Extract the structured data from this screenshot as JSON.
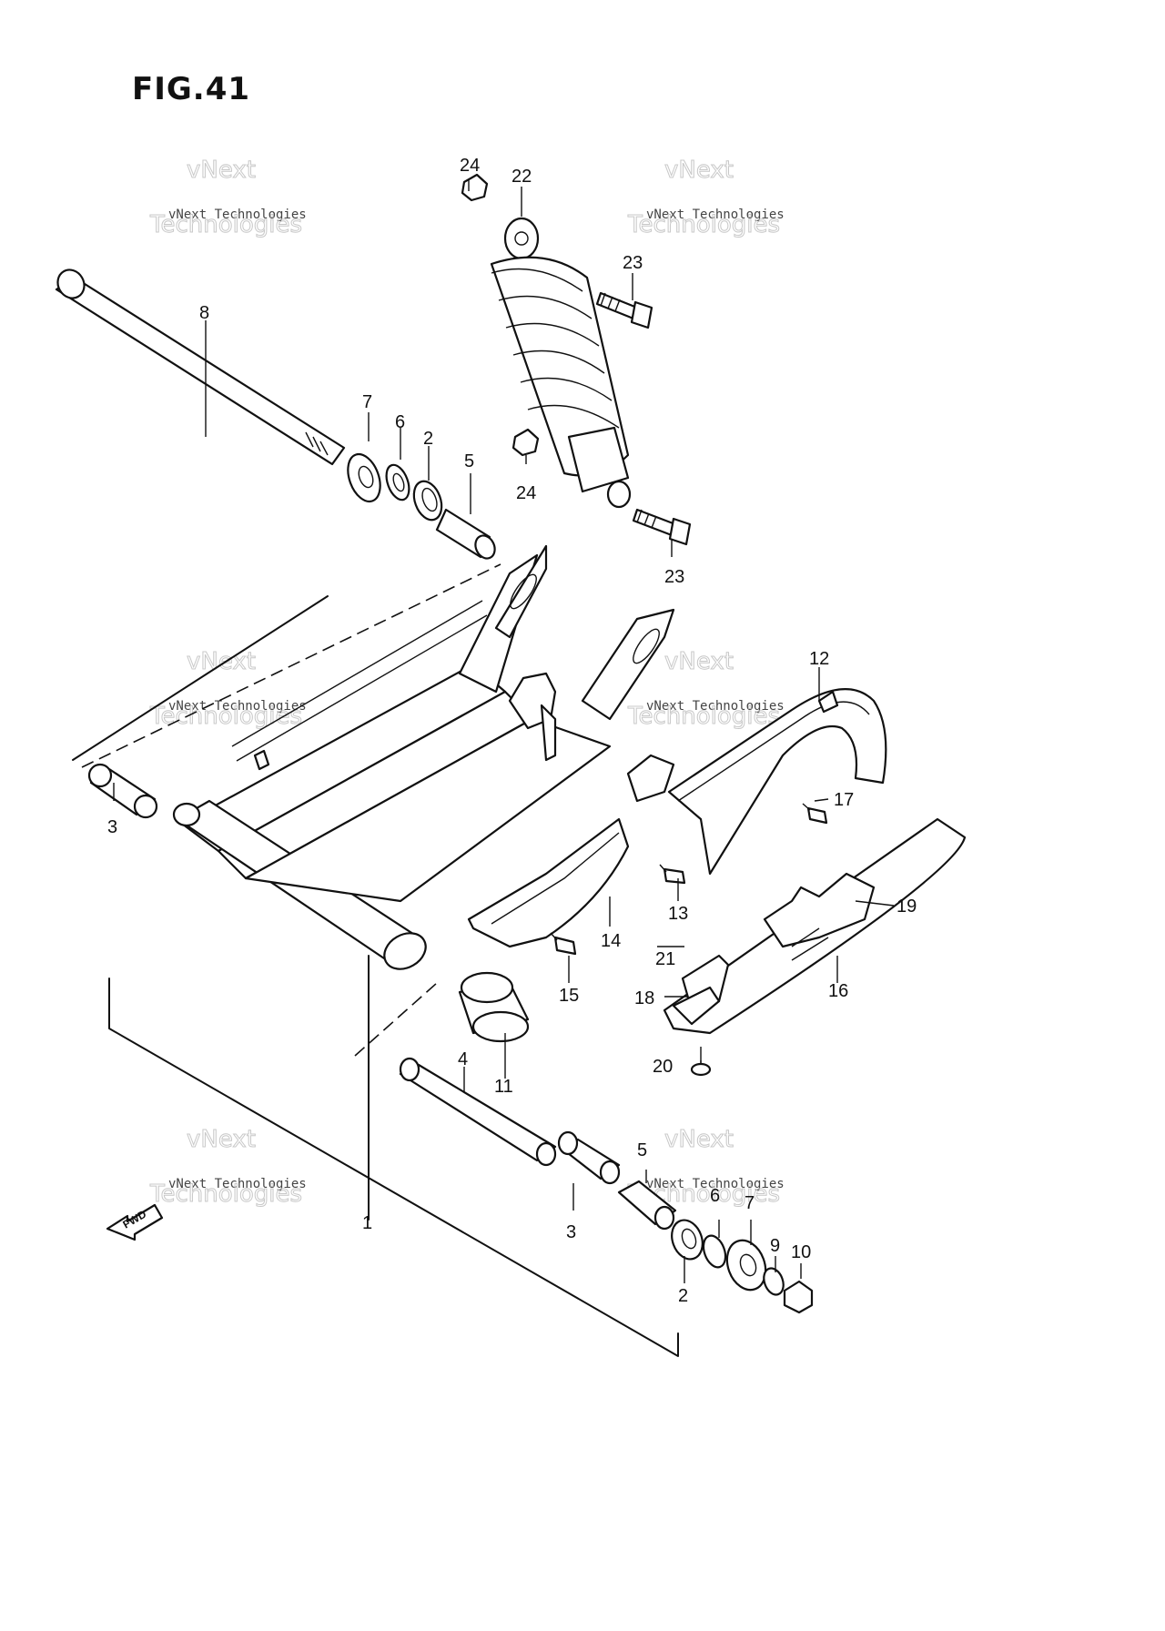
{
  "figure": {
    "title": "FIG.41"
  },
  "watermark": {
    "line1": "vNext Technologies",
    "line2": "Technologies",
    "line3": "vNext"
  },
  "fwd_label": "FWD",
  "callouts": [
    {
      "id": "c1",
      "text": "1"
    },
    {
      "id": "c2a",
      "text": "2"
    },
    {
      "id": "c2b",
      "text": "2"
    },
    {
      "id": "c3a",
      "text": "3"
    },
    {
      "id": "c3b",
      "text": "3"
    },
    {
      "id": "c4",
      "text": "4"
    },
    {
      "id": "c5a",
      "text": "5"
    },
    {
      "id": "c5b",
      "text": "5"
    },
    {
      "id": "c6a",
      "text": "6"
    },
    {
      "id": "c6b",
      "text": "6"
    },
    {
      "id": "c7a",
      "text": "7"
    },
    {
      "id": "c7b",
      "text": "7"
    },
    {
      "id": "c8",
      "text": "8"
    },
    {
      "id": "c9",
      "text": "9"
    },
    {
      "id": "c10",
      "text": "10"
    },
    {
      "id": "c11",
      "text": "11"
    },
    {
      "id": "c12",
      "text": "12"
    },
    {
      "id": "c13",
      "text": "13"
    },
    {
      "id": "c14",
      "text": "14"
    },
    {
      "id": "c15",
      "text": "15"
    },
    {
      "id": "c16",
      "text": "16"
    },
    {
      "id": "c17",
      "text": "17"
    },
    {
      "id": "c18",
      "text": "18"
    },
    {
      "id": "c19",
      "text": "19"
    },
    {
      "id": "c20",
      "text": "20"
    },
    {
      "id": "c21",
      "text": "21"
    },
    {
      "id": "c22",
      "text": "22"
    },
    {
      "id": "c23a",
      "text": "23"
    },
    {
      "id": "c23b",
      "text": "23"
    },
    {
      "id": "c24a",
      "text": "24"
    },
    {
      "id": "c24b",
      "text": "24"
    }
  ]
}
